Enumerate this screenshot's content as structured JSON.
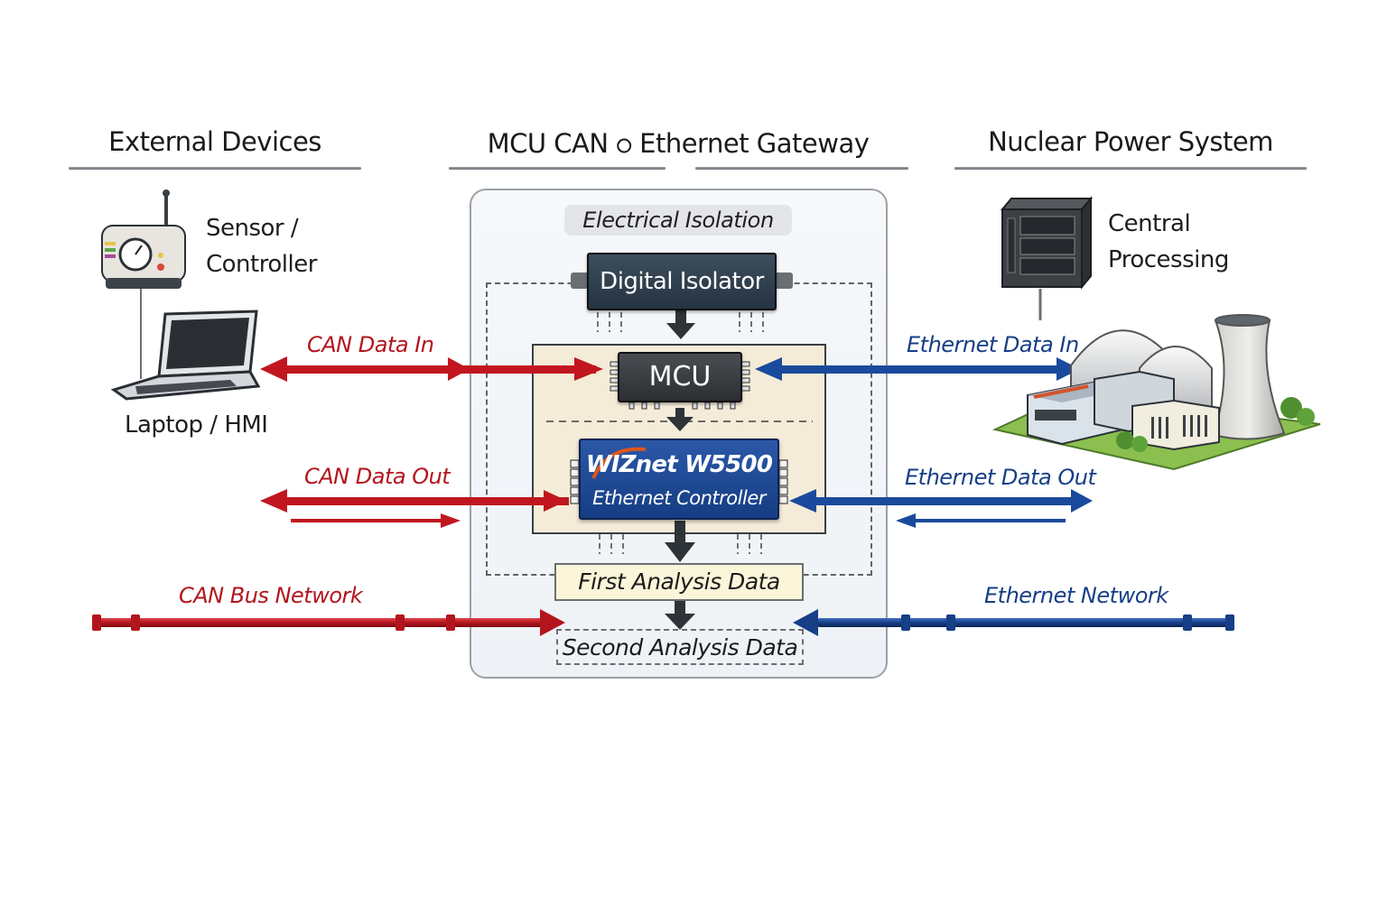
{
  "sections": {
    "external": {
      "title": "External Devices"
    },
    "gateway": {
      "title": "MCU CAN ⭘ Ethernet Gateway",
      "title_left": "MCU CAN",
      "title_symbol": "⭘",
      "title_right": "Ethernet Gateway"
    },
    "nuclear": {
      "title": "Nuclear Power System"
    }
  },
  "external_devices": {
    "sensor": {
      "label_line1": "Sensor /",
      "label_line2": "Controller",
      "icon": "sensor-controller-icon"
    },
    "laptop": {
      "label": "Laptop / HMI",
      "icon": "laptop-icon"
    }
  },
  "gateway": {
    "isolation_label": "Electrical Isolation",
    "digital_isolator": "Digital Isolator",
    "mcu": "MCU",
    "w5500_title": "WIZnet W5500",
    "w5500_subtitle": "Ethernet Controller",
    "first_analysis": "First Analysis Data",
    "second_analysis": "Second Analysis Data"
  },
  "nuclear_system": {
    "central": {
      "label_line1": "Central",
      "label_line2": "Processing",
      "icon": "server-rack-icon"
    },
    "plant": {
      "icon": "nuclear-plant-icon"
    }
  },
  "flows": {
    "can_in": "CAN Data In",
    "can_out": "CAN Data Out",
    "can_bus": "CAN Bus Network",
    "eth_in": "Ethernet Data In",
    "eth_out": "Ethernet Data Out",
    "eth_net": "Ethernet Network"
  },
  "colors": {
    "can": "#b3151d",
    "ethernet": "#173f87",
    "flow_arrow": "#2e3338"
  }
}
